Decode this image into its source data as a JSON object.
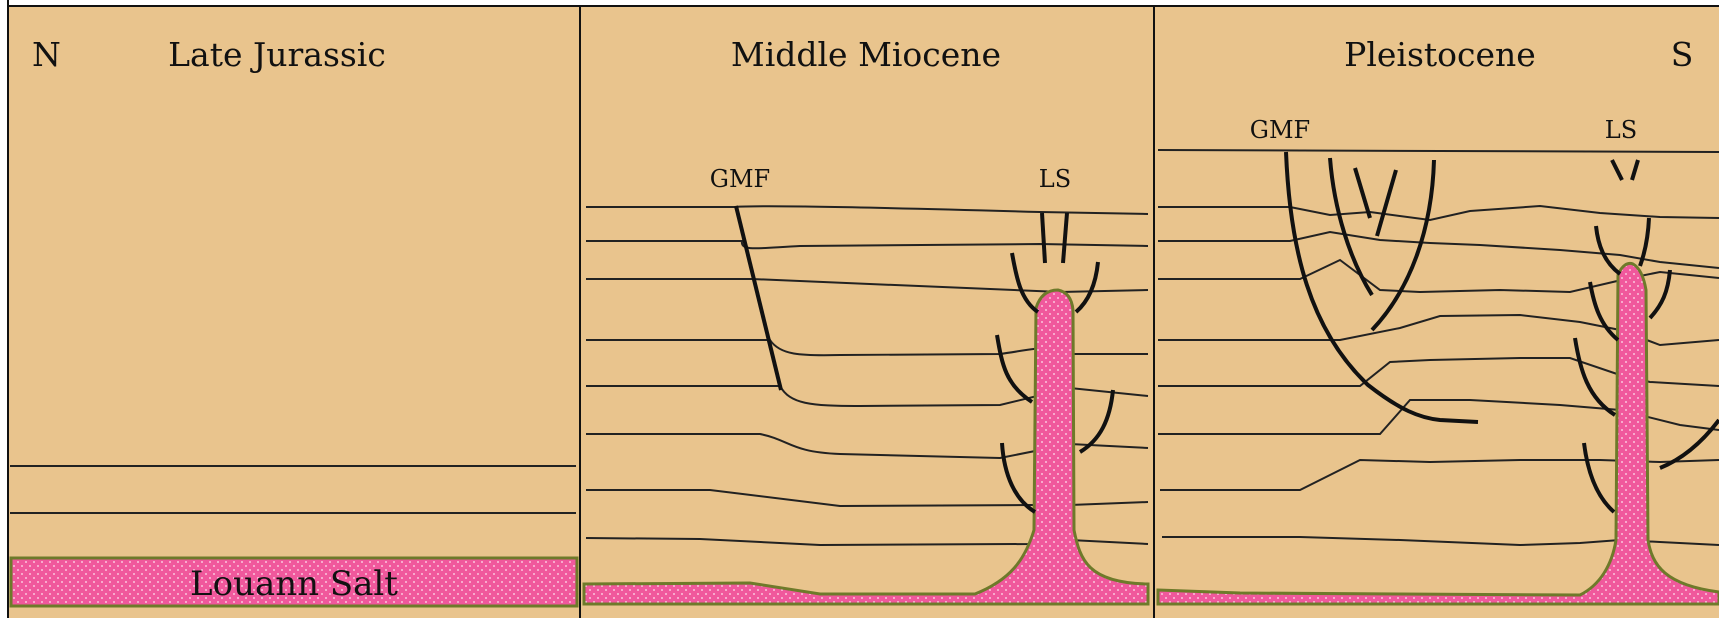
{
  "colors": {
    "background": "#e9c48d",
    "salt_fill": "#f0589c",
    "salt_outline": "#6e7a2a",
    "lines": "#222222"
  },
  "panels": [
    {
      "title": "Late Jurassic",
      "left_label": "N"
    },
    {
      "title": "Middle Miocene",
      "fault_label": "GMF",
      "salt_label": "LS"
    },
    {
      "title": "Pleistocene",
      "fault_label": "GMF",
      "salt_label": "LS",
      "right_label": "S"
    }
  ],
  "salt_layer_label": "Louann Salt"
}
